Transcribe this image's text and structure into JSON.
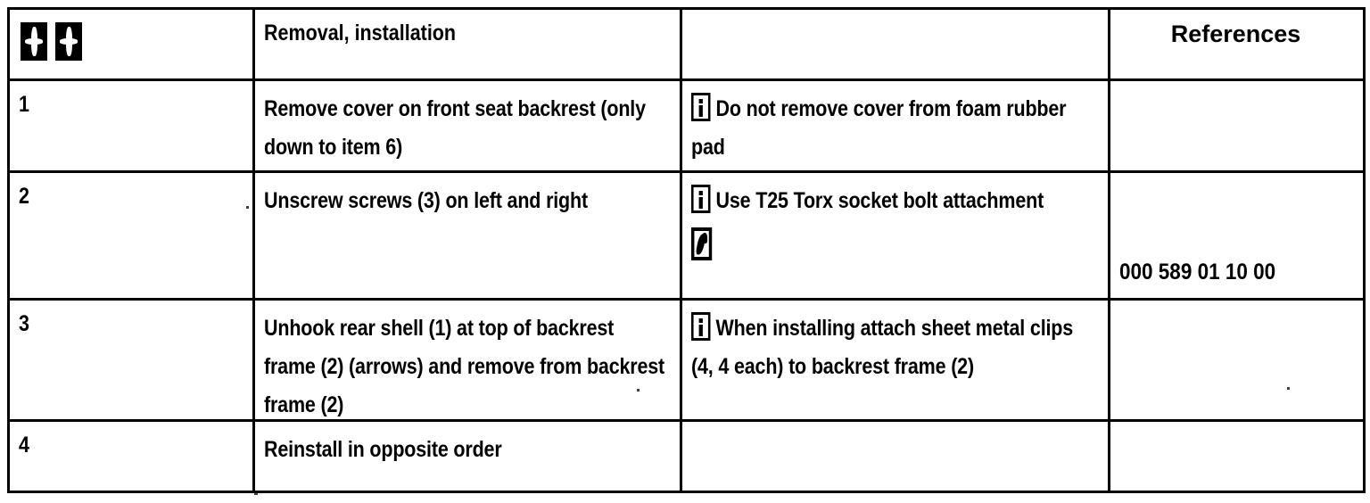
{
  "table": {
    "header": {
      "icons": [
        "removal-installation-icon",
        "removal-installation-icon"
      ],
      "step_col_label": "",
      "work_col_label": "Removal, installation",
      "note_col_label": "",
      "references_col_label": "References"
    },
    "rows": [
      {
        "step": "1",
        "work": "Remove cover on front seat backrest (only down to item 6)",
        "note_icon": "information-icon",
        "note": "Do not remove cover from foam rubber pad",
        "tool_icon": "",
        "references": ""
      },
      {
        "step": "2",
        "work": "Unscrew screws (3) on left and right",
        "note_icon": "information-icon",
        "note": "Use T25 Torx socket bolt attachment",
        "tool_icon": "special-tool-icon",
        "references": "000 589 01 10 00"
      },
      {
        "step": "3",
        "work": "Unhook rear shell (1) at top of backrest frame (2) (arrows) and remove from backrest frame (2)",
        "note_icon": "information-icon",
        "note": "When installing attach sheet metal clips (4, 4 each) to backrest frame (2)",
        "tool_icon": "",
        "references": ""
      },
      {
        "step": "4",
        "work": "Reinstall in opposite order",
        "note_icon": "",
        "note": "",
        "tool_icon": "",
        "references": ""
      }
    ]
  },
  "colors": {
    "ink": "#000000",
    "paper": "#ffffff"
  }
}
